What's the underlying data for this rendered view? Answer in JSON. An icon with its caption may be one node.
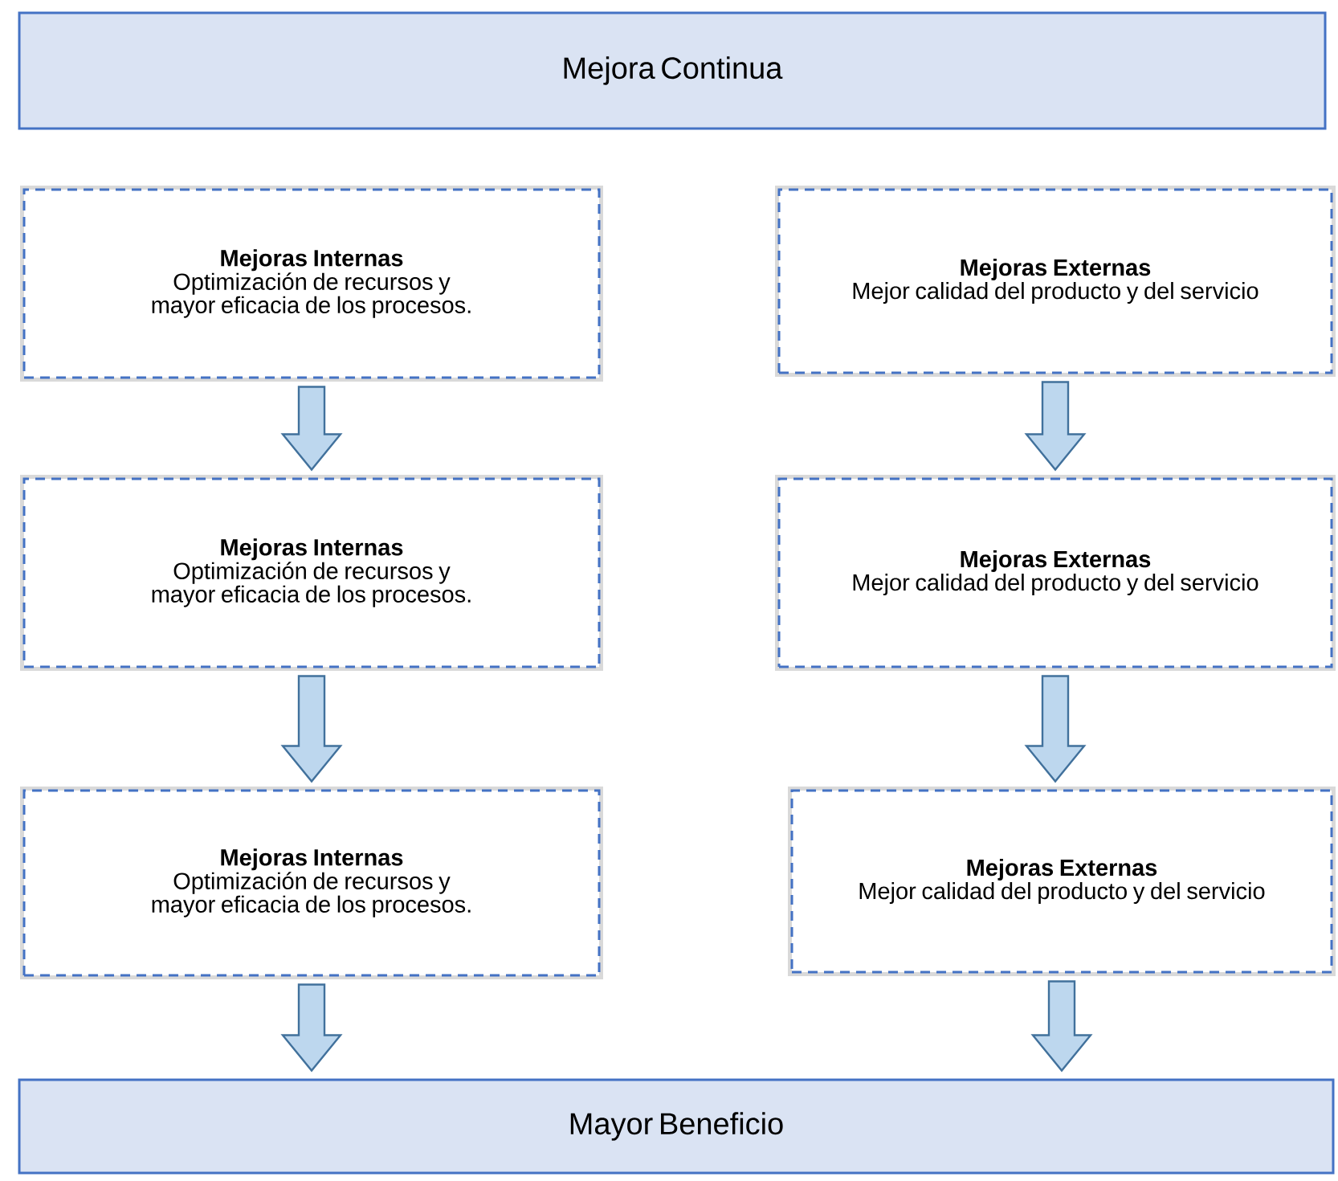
{
  "diagram": {
    "nodes": [
      {
        "text": [
          "Mejora Continua"
        ]
      },
      {
        "text": [
          "Mejoras Internas",
          "Optimización de recursos y mayor eficacia de los procesos."
        ]
      },
      {
        "text": [
          "Mejoras Externas",
          "Mejor calidad del producto y del servicio"
        ]
      },
      {
        "text": [
          "Mejoras Internas",
          "Optimización de recursos y mayor eficacia de los procesos."
        ]
      },
      {
        "text": [
          "Mejoras Externas",
          "Mejor calidad del producto y del servicio"
        ]
      },
      {
        "text": [
          "Mejoras Internas",
          "Optimización de recursos y mayor eficacia de los procesos."
        ]
      },
      {
        "text": [
          "Mejoras Externas",
          "Mejor calidad del producto y del servicio"
        ]
      },
      {
        "text": [
          "Mayor Beneficio"
        ]
      }
    ],
    "edges": [
      {
        "from": 1,
        "to": 3,
        "arrow": "to"
      },
      {
        "from": 3,
        "to": 5,
        "arrow": "to"
      },
      {
        "from": 5,
        "to": 7,
        "arrow": "to"
      },
      {
        "from": 2,
        "to": 4,
        "arrow": "to"
      },
      {
        "from": 4,
        "to": 6,
        "arrow": "to"
      },
      {
        "from": 6,
        "to": 7,
        "arrow": "to"
      }
    ]
  }
}
